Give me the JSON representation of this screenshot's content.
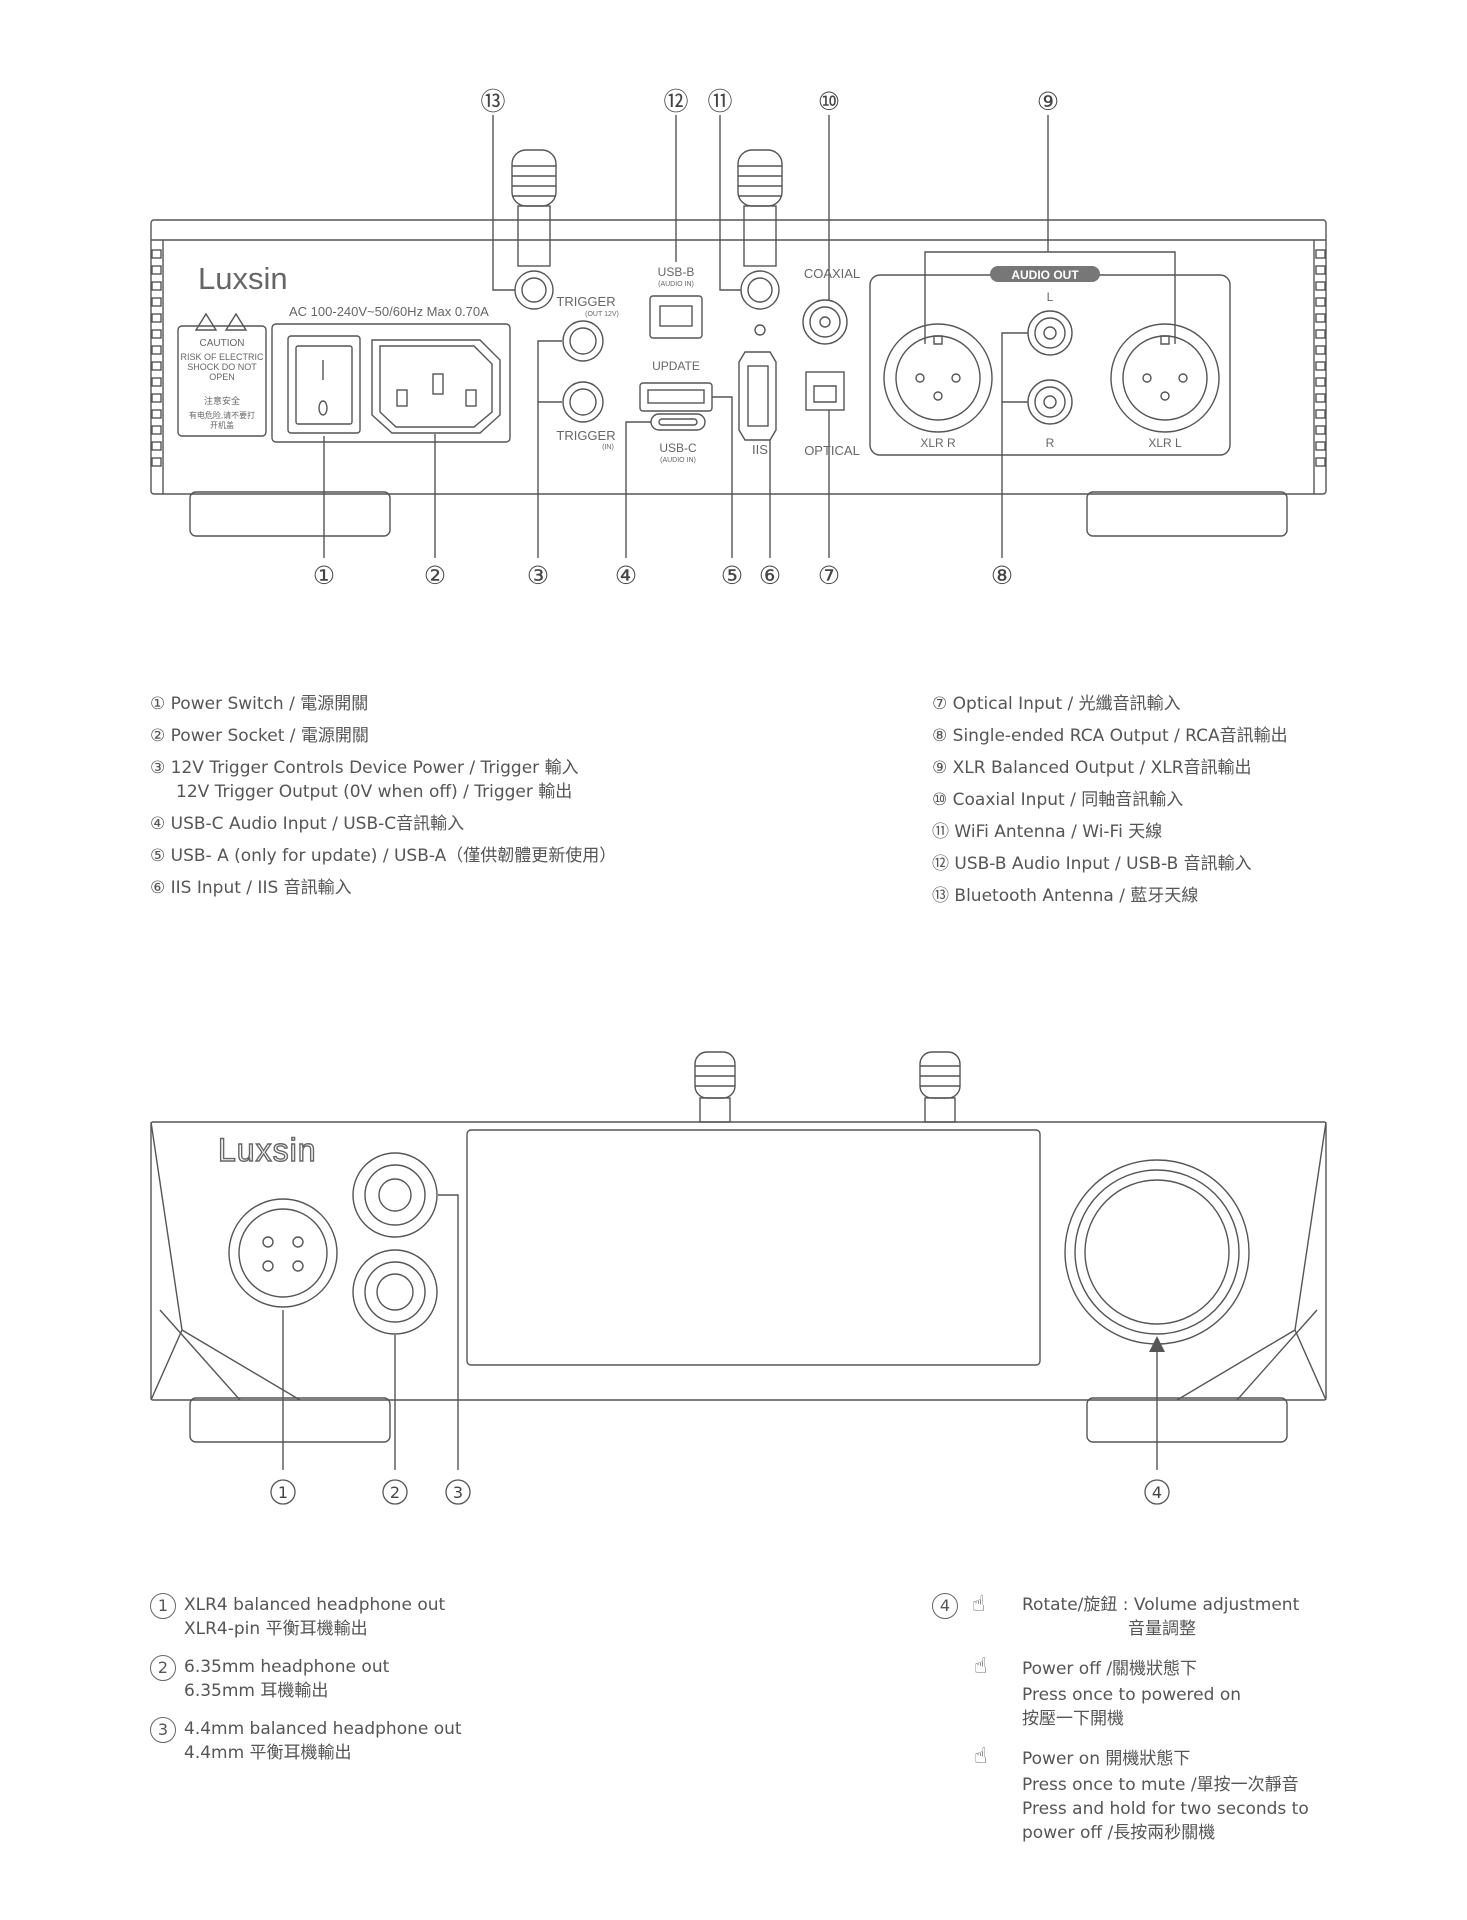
{
  "rear": {
    "brand": "Luxsin",
    "power_rating": "AC 100-240V~50/60Hz Max 0.70A",
    "caution_title": "CAUTION",
    "caution_lines": [
      "RISK OF ELECTRIC",
      "SHOCK DO NOT",
      "OPEN"
    ],
    "safety_cn": "注意安全",
    "safety_cn_lines": [
      "有电危险,请不要打",
      "开机盖"
    ],
    "trigger_out_label": "TRIGGER",
    "trigger_out_sub": "(OUT 12V)",
    "trigger_in_label": "TRIGGER",
    "trigger_in_sub": "(IN)",
    "usbb_label": "USB-B",
    "usbb_sub": "(AUDIO IN)",
    "update_label": "UPDATE",
    "usbc_label": "USB-C",
    "usbc_sub": "(AUDIO IN)",
    "iis_label": "IIS",
    "coaxial_label": "COAXIAL",
    "optical_label": "OPTICAL",
    "audio_out_label": "AUDIO OUT",
    "l_label": "L",
    "r_label": "R",
    "xlr_r_label": "XLR R",
    "xlr_l_label": "XLR L",
    "callouts": [
      "①",
      "②",
      "③",
      "④",
      "⑤",
      "⑥",
      "⑦",
      "⑧",
      "⑨",
      "⑩",
      "⑪",
      "⑫",
      "⑬"
    ]
  },
  "rear_legend_left": [
    {
      "num": "①",
      "text": "Power Switch / 電源開關"
    },
    {
      "num": "②",
      "text": "Power Socket / 電源開關"
    },
    {
      "num": "③",
      "text": "12V Trigger Controls Device Power / Trigger 輸入",
      "text2": "12V Trigger Output (0V when off) /  Trigger 輸出"
    },
    {
      "num": "④",
      "text": "USB-C Audio Input / USB-C音訊輸入"
    },
    {
      "num": "⑤",
      "text": "USB- A (only for update) /  USB-A（僅供韌體更新使用）"
    },
    {
      "num": "⑥",
      "text": "IIS Input /  IIS 音訊輸入"
    }
  ],
  "rear_legend_right": [
    {
      "num": "⑦",
      "text": "Optical Input /  光纖音訊輸入"
    },
    {
      "num": "⑧",
      "text": "Single-ended RCA Output /  RCA音訊輸出"
    },
    {
      "num": "⑨",
      "text": "XLR Balanced Output /  XLR音訊輸出"
    },
    {
      "num": "⑩",
      "text": "Coaxial Input / 同軸音訊輸入"
    },
    {
      "num": "⑪",
      "text": "WiFi Antenna / Wi-Fi 天線"
    },
    {
      "num": "⑫",
      "text": "USB-B Audio Input /  USB-B 音訊輸入"
    },
    {
      "num": "⑬",
      "text": "Bluetooth Antenna / 藍牙天線"
    }
  ],
  "front": {
    "brand": "Luxsin",
    "callouts": [
      "1",
      "2",
      "3",
      "4"
    ]
  },
  "front_legend_left": [
    {
      "num": "1",
      "line1": "XLR4 balanced headphone out",
      "line2": "XLR4-pin 平衡耳機輸出"
    },
    {
      "num": "2",
      "line1": "6.35mm headphone out",
      "line2": "6.35mm 耳機輸出"
    },
    {
      "num": "3",
      "line1": "4.4mm balanced headphone out",
      "line2": "4.4mm 平衡耳機輸出"
    }
  ],
  "front_legend_right": {
    "num": "4",
    "rotate_line": "Rotate/旋鈕 : Volume adjustment",
    "rotate_cn": "音量調整",
    "power_off_title": "Power off  /關機狀態下",
    "power_off_lines": [
      "Press once to powered on",
      "按壓一下開機"
    ],
    "power_on_title": "Power on  開機狀態下",
    "power_on_lines": [
      "Press once to mute  /單按一次靜音",
      "Press and hold for two seconds to",
      "power off  /長按兩秒關機"
    ]
  }
}
